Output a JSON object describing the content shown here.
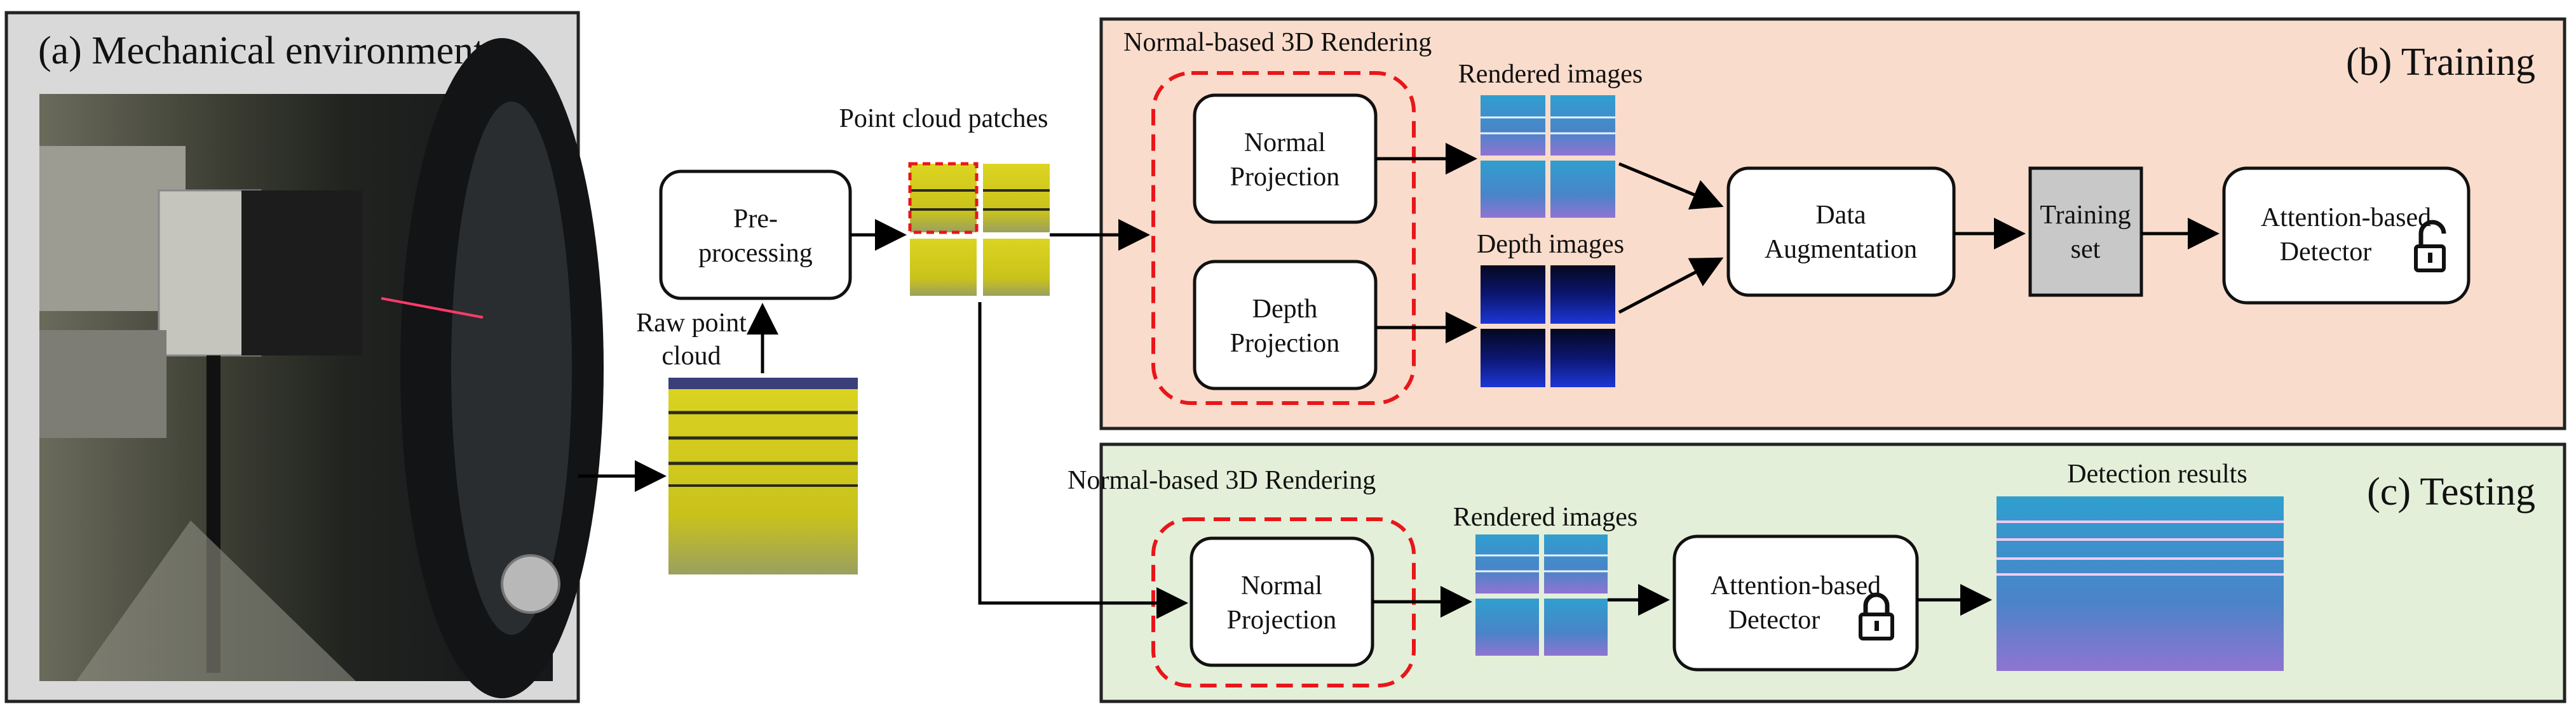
{
  "panels": {
    "mechanical": {
      "title": "(a) Mechanical environment"
    },
    "training": {
      "title": "(b) Training"
    },
    "testing": {
      "title": "(c) Testing"
    }
  },
  "inputs": {
    "raw_point_cloud": [
      "Raw point",
      "cloud"
    ],
    "point_cloud_patches": "Point cloud patches"
  },
  "boxes": {
    "preprocessing": [
      "Pre-",
      "processing"
    ],
    "train_normal_projection": [
      "Normal",
      "Projection"
    ],
    "depth_projection": [
      "Depth",
      "Projection"
    ],
    "data_augmentation": [
      "Data",
      "Augmentation"
    ],
    "training_set": [
      "Training",
      "set"
    ],
    "train_detector": [
      "Attention-based",
      "Detector"
    ],
    "test_normal_projection": [
      "Normal",
      "Projection"
    ],
    "test_detector": [
      "Attention-based",
      "Detector"
    ]
  },
  "labels": {
    "train_rendering_group": "Normal-based 3D Rendering",
    "train_rendered_images": "Rendered images",
    "train_depth_images": "Depth images",
    "test_rendering_group": "Normal-based 3D Rendering",
    "test_rendered_images": "Rendered images",
    "detection_results": "Detection results"
  },
  "colors": {
    "training_bg": "#f9dccb",
    "testing_bg": "#e3efd8",
    "mechanical_bg": "#d9d9d9",
    "dashed_red": "#e8161a",
    "training_set_fill": "#c8c8c8",
    "yellow_scan": "#c9c21b",
    "render_blue": "#3f86c6",
    "depth_blue": "#0f1f8c"
  },
  "icons": {
    "train_detector_lock": "unlock-icon",
    "test_detector_lock": "lock-icon"
  }
}
